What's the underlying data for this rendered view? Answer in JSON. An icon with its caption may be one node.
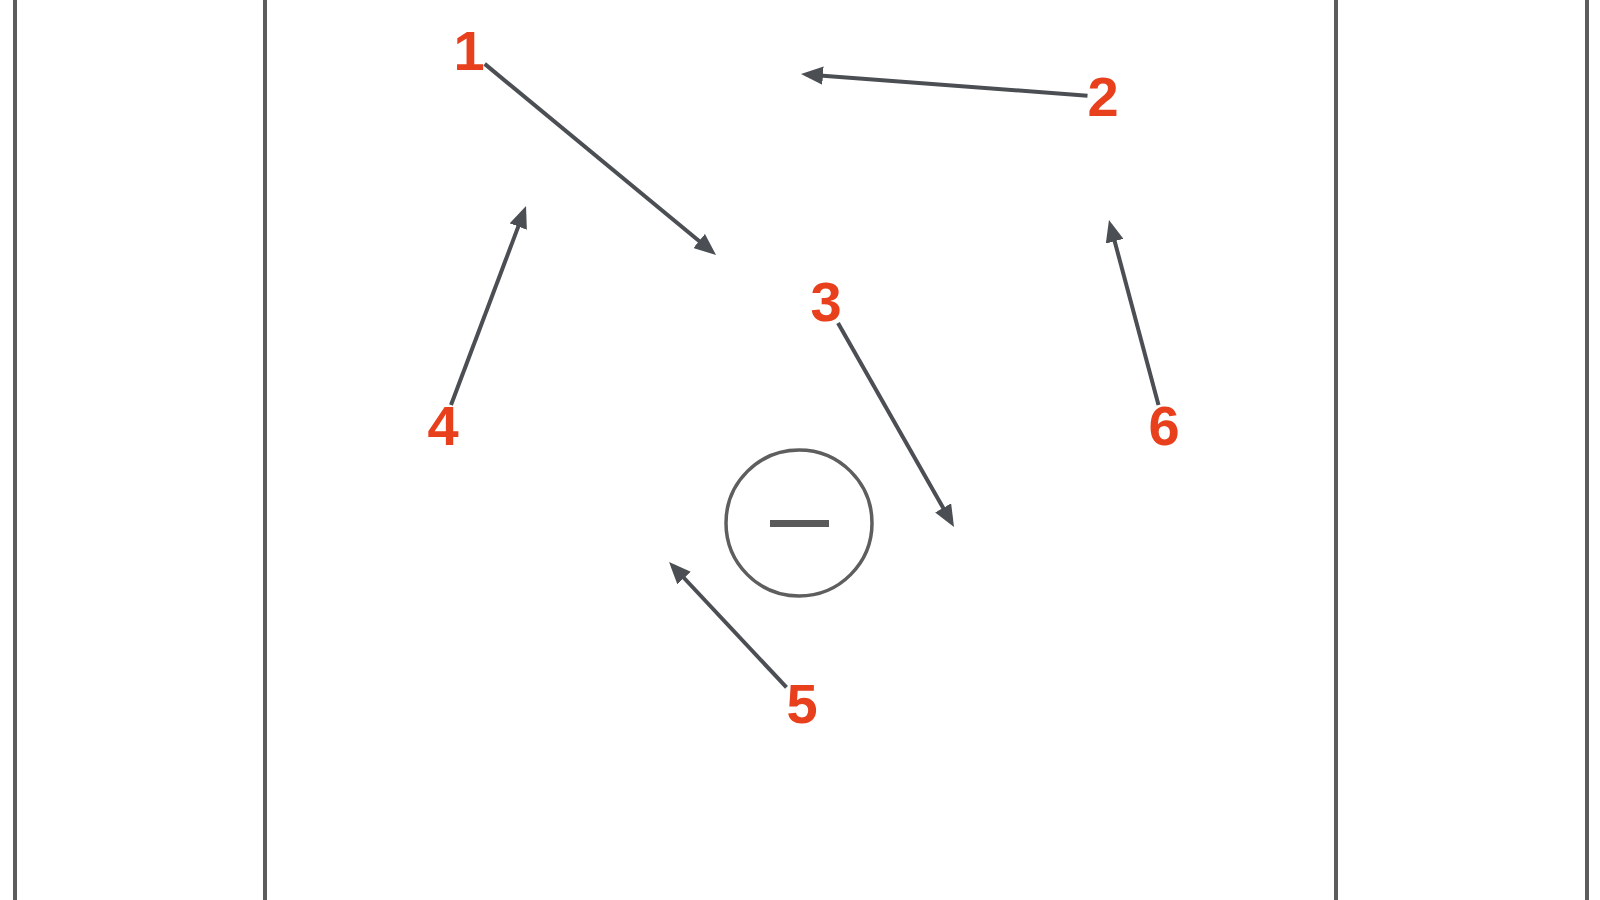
{
  "diagram": {
    "nodes": [
      {
        "text": [
          "1"
        ]
      },
      {
        "text": [
          "2"
        ]
      },
      {
        "text": [
          "3"
        ]
      },
      {
        "text": [
          "4"
        ]
      },
      {
        "text": [
          "5"
        ]
      },
      {
        "text": [
          "6"
        ]
      }
    ],
    "edges": [
      {
        "from": 0,
        "to": null,
        "arrow": "to"
      },
      {
        "from": 1,
        "to": null,
        "arrow": "to"
      },
      {
        "from": 2,
        "to": null,
        "arrow": "to"
      },
      {
        "from": 3,
        "to": null,
        "arrow": "to"
      },
      {
        "from": 4,
        "to": null,
        "arrow": "to"
      },
      {
        "from": 5,
        "to": null,
        "arrow": "to"
      }
    ]
  }
}
